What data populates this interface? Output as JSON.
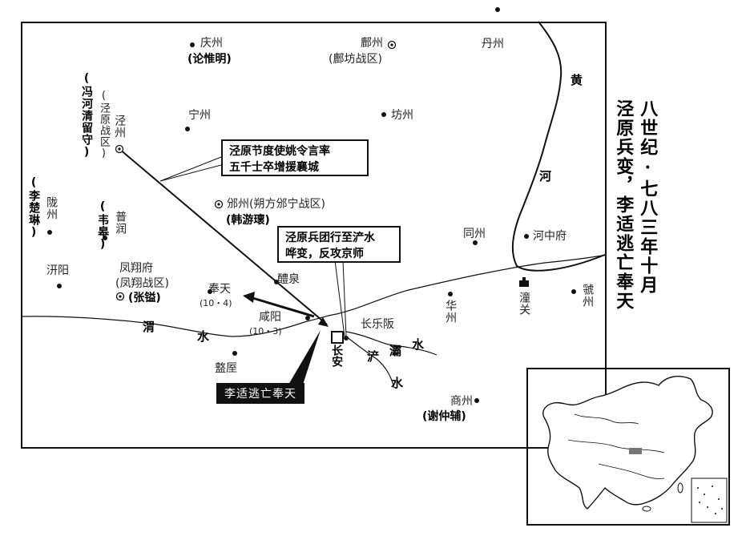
{
  "title": {
    "line1": "八世纪·七八三年十月",
    "line2": "泾原兵变，李适逃亡奉天"
  },
  "rivers": {
    "huanghe_1": "黄",
    "huanghe_2": "河",
    "weishui_1": "渭",
    "weishui_2": "水",
    "bashui_1": "灞",
    "bashui_2": "水",
    "chanshui_1": "浐",
    "chanshui_2": "水"
  },
  "places": {
    "qingzhou": "庆州",
    "qingzhou_gov": "(论惟明)",
    "fuzhou": "鄜州",
    "fuzhou_zone": "(鄜坊战区)",
    "danzhou": "丹州",
    "ningzhou": "宁州",
    "fangzhou": "坊州",
    "jingzhou": "泾州",
    "jingzhou_zone": "(泾原战区)",
    "jingzhou_gov": "(冯河清留守)",
    "longzhou": "陇州",
    "longzhou_gov": "(李楚琳)",
    "puhrun": "普润",
    "puhrun_gov": "(韦皋)",
    "binzhou": "邠州(朔方邠宁战区)",
    "binzhou_gov": "(韩游瓌)",
    "qianyang": "汧阳",
    "fengxiang": "凤翔府",
    "fengxiang_zone": "(凤翔战区)",
    "fengxiang_gov": "(张镒)",
    "fengtian": "奉天",
    "fengtian_date": "(10・4)",
    "liquan": "醴泉",
    "xianyang": "咸阳",
    "xianyang_date": "(10・3)",
    "zhouzhi": "盩厔",
    "changan": "长安",
    "changlepo": "长乐阪",
    "tongzhou": "同州",
    "hezhongfu": "河中府",
    "huazhou": "华州",
    "tongguan": "潼关",
    "guozhou": "虢州",
    "shangzhou": "商州",
    "shangzhou_gov": "(谢仲辅)"
  },
  "callouts": {
    "reinforce_1": "泾原节度使姚令言率",
    "reinforce_2": "五千士卒增援襄城",
    "mutiny_1": "泾原兵团行至浐水",
    "mutiny_2": "哗变，反攻京师",
    "escape": "李适逃亡奉天"
  }
}
